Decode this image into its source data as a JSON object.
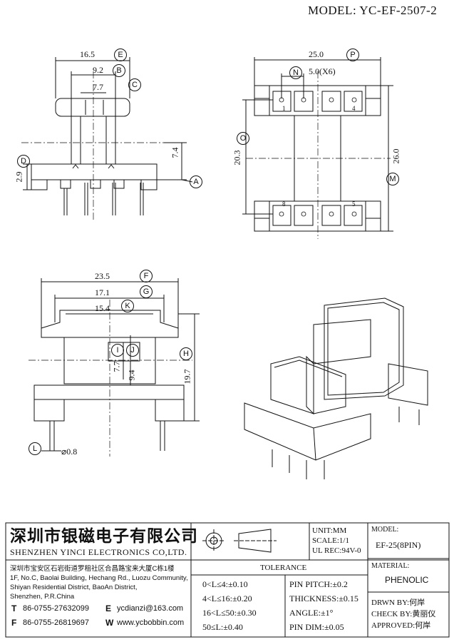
{
  "model": "MODEL: YC-EF-2507-2",
  "views": {
    "side": {
      "dims": {
        "e": "16.5",
        "b": "9.2",
        "c": "7.7",
        "d": "2.9",
        "a": "7.4"
      },
      "marks": {
        "e": "E",
        "b": "B",
        "c": "C",
        "d": "D",
        "a": "A"
      }
    },
    "top": {
      "dims": {
        "p": "25.0",
        "n": "5.0(X6)",
        "o": "20.3",
        "m": "26.0"
      },
      "marks": {
        "p": "P",
        "n": "N",
        "o": "O",
        "m": "M"
      },
      "pins": {
        "p1": "1",
        "p4": "4",
        "p8": "8",
        "p5": "5"
      }
    },
    "front": {
      "dims": {
        "f": "23.5",
        "g": "17.1",
        "k": "15.4",
        "i": "7.7",
        "j": "9.4",
        "h": "19.7",
        "l": "⌀0.8"
      },
      "marks": {
        "f": "F",
        "g": "G",
        "k": "K",
        "i": "I",
        "j": "J",
        "h": "H",
        "l": "L"
      }
    }
  },
  "company": {
    "name_cn": "深圳市银磁电子有限公司",
    "name_en": "SHENZHEN YINCI ELECTRONICS CO,LTD.",
    "address": [
      "深圳市宝安区石岩街道罗租社区合昌路宝来大厦C栋1楼",
      "1F, No.C, Baolai Building, Hechang Rd., Luozu Community,",
      "Shiyan Residential District, BaoAn District,",
      "Shenzhen, P.R.China"
    ],
    "tel_label": "T",
    "tel": "86-0755-27632099",
    "fax_label": "F",
    "fax": "86-0755-26819697",
    "email_label": "E",
    "email": "ycdianzi@163.com",
    "web_label": "W",
    "web": "www.ycbobbin.com"
  },
  "specs": {
    "unit": "UNIT:MM",
    "scale": "SCALE:1/1",
    "ul": "UL REC:94V-0"
  },
  "model_box": {
    "label": "MODEL:",
    "value": "EF-25(8PIN)"
  },
  "material": {
    "label": "MATERIAL:",
    "value": "PHENOLIC"
  },
  "tolerance": {
    "title": "TOLERANCE",
    "left": [
      "0<L≤4:±0.10",
      "4<L≤16:±0.20",
      "16<L≤50:±0.30",
      "50≤L:±0.40"
    ],
    "right": [
      "PIN PITCH:±0.2",
      "THICKNESS:±0.15",
      "ANGLE:±1°",
      "PIN DIM:±0.05"
    ]
  },
  "signoff": {
    "drawn": "DRWN BY:何岸",
    "check": "CHECK BY:黄丽仪",
    "approved": "APPROVED:何岸"
  }
}
